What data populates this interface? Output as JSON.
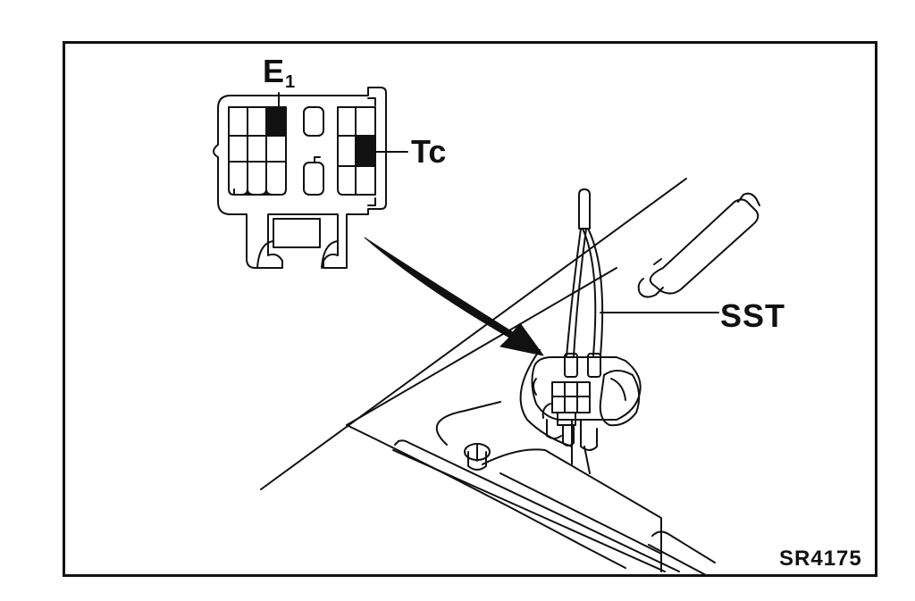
{
  "labels": {
    "e1_main": "E",
    "e1_sub": "1",
    "tc": "Tc",
    "sst": "SST",
    "figure_code": "SR4175"
  },
  "colors": {
    "ink": "#111111",
    "paper": "#ffffff"
  }
}
